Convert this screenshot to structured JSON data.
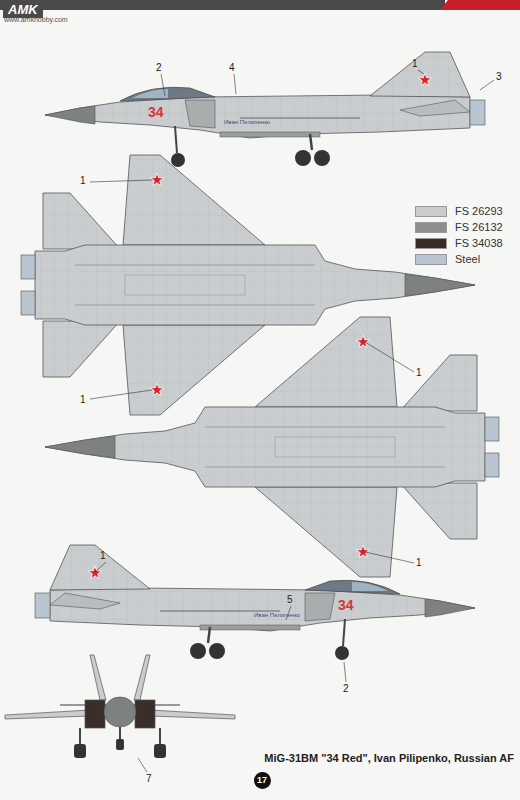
{
  "diagram": {
    "caption": "MiG-31BM \"34 Red\", Ivan Pilipenko, Russian AF",
    "nodes": [
      {
        "text": [
          "AMK"
        ]
      },
      {
        "text": [
          "17"
        ]
      }
    ],
    "labels": [
      "www.amkhobby.com",
      "2",
      "4",
      "1",
      "3",
      "34",
      "Иван Пилипенко",
      "1",
      "1",
      "1",
      "1",
      "1",
      "5",
      "Иван Пилипенко",
      "34",
      "2",
      "7"
    ],
    "legend": [
      {
        "text": "FS 26293",
        "color": "#c9cdcf"
      },
      {
        "text": "FS 26132",
        "color": "#8a8f8c"
      },
      {
        "text": "FS 34038",
        "color": "#3a2a26"
      },
      {
        "text": "Steel",
        "color": "#b8c4d0"
      }
    ]
  }
}
